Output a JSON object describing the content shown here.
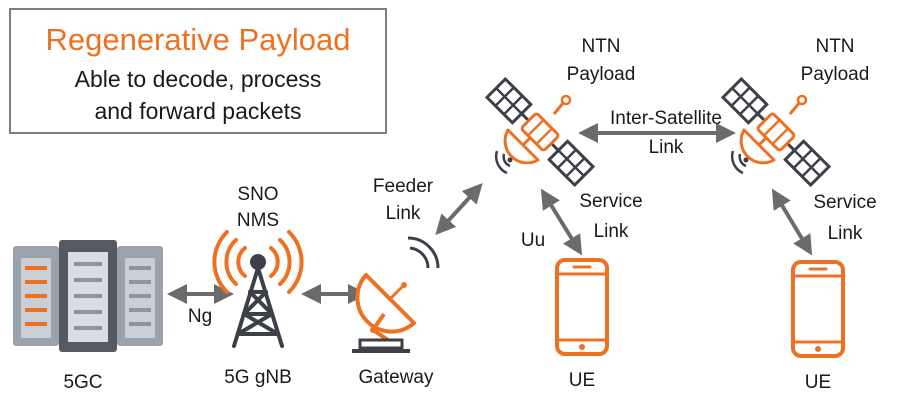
{
  "colors": {
    "accent": "#ee7122",
    "dark": "#3d4047",
    "arrow": "#6b6b6b",
    "border": "#7f7f7f"
  },
  "info_box": {
    "title": "Regenerative Payload",
    "line1": "Able to decode, process",
    "line2": "and forward packets"
  },
  "nodes": {
    "core": "5GC",
    "gnb_top1": "SNO",
    "gnb_top2": "NMS",
    "gnb": "5G gNB",
    "gateway": "Gateway",
    "sat1_line1": "NTN",
    "sat1_line2": "Payload",
    "sat2_line1": "NTN",
    "sat2_line2": "Payload",
    "ue1": "UE",
    "ue2": "UE"
  },
  "links": {
    "ng": "Ng",
    "feeder1": "Feeder",
    "feeder2": "Link",
    "uu": "Uu",
    "isl1": "Inter-Satellite",
    "isl2": "Link",
    "service1_a": "Service",
    "service1_b": "Link",
    "service2_a": "Service",
    "service2_b": "Link"
  },
  "icons": [
    "server-rack-icon",
    "cell-tower-icon",
    "satellite-dish-icon",
    "satellite-icon",
    "smartphone-icon"
  ]
}
